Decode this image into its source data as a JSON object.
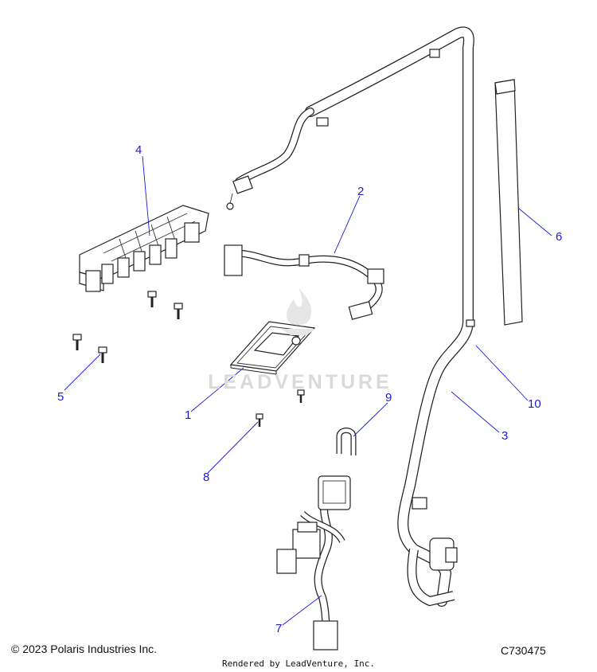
{
  "callouts": [
    {
      "id": "1",
      "label": "1"
    },
    {
      "id": "2",
      "label": "2"
    },
    {
      "id": "3",
      "label": "3"
    },
    {
      "id": "4",
      "label": "4"
    },
    {
      "id": "5",
      "label": "5"
    },
    {
      "id": "6",
      "label": "6"
    },
    {
      "id": "7",
      "label": "7"
    },
    {
      "id": "8",
      "label": "8"
    },
    {
      "id": "9",
      "label": "9"
    },
    {
      "id": "10",
      "label": "10"
    }
  ],
  "watermark": {
    "text": "LEADVENTURE"
  },
  "footer": {
    "copyright": "© 2023 Polaris Industries Inc.",
    "diagram_code": "C730475",
    "rendered_by": "Rendered by LeadVenture, Inc."
  },
  "colors": {
    "callout": "#1a1ad6",
    "line": "#222222",
    "watermark": "#dadada"
  }
}
